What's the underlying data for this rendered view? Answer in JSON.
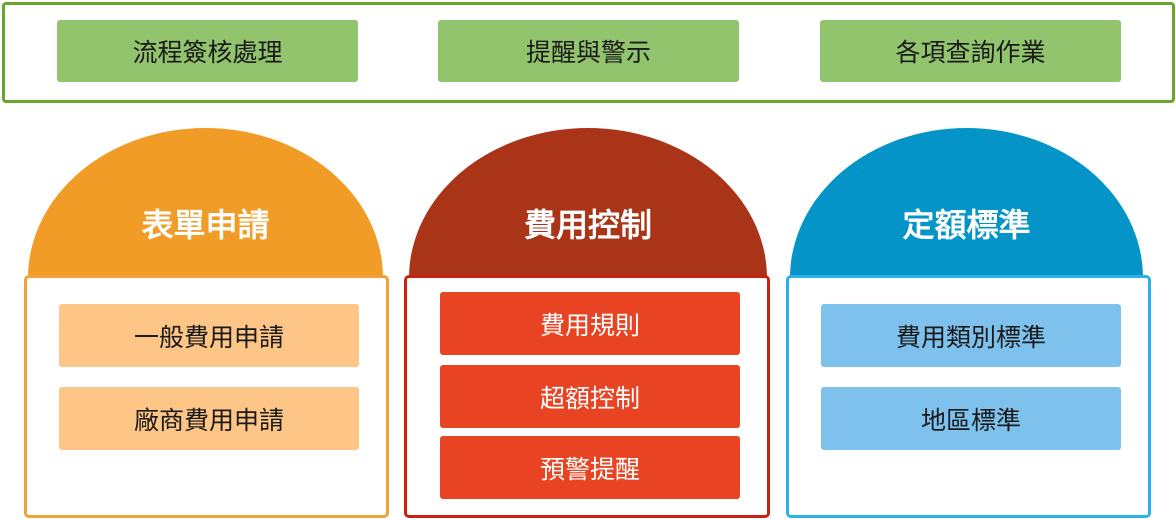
{
  "top_buttons": [
    "流程簽核處理",
    "提醒與警示",
    "各項查詢作業"
  ],
  "columns": [
    {
      "title": "表單申請",
      "items": [
        "一般費用申請",
        "廠商費用申請"
      ],
      "dome_color": "#f09c26",
      "border_color": "#f0a236",
      "item_color": "#fdc686"
    },
    {
      "title": "費用控制",
      "items": [
        "費用規則",
        "超額控制",
        "預警提醒"
      ],
      "dome_color": "#a93418",
      "border_color": "#c9210f",
      "item_color": "#e84423"
    },
    {
      "title": "定額標準",
      "items": [
        "費用類別標準",
        "地區標準"
      ],
      "dome_color": "#0494c8",
      "border_color": "#2bb0ea",
      "item_color": "#7ec1ec"
    }
  ]
}
